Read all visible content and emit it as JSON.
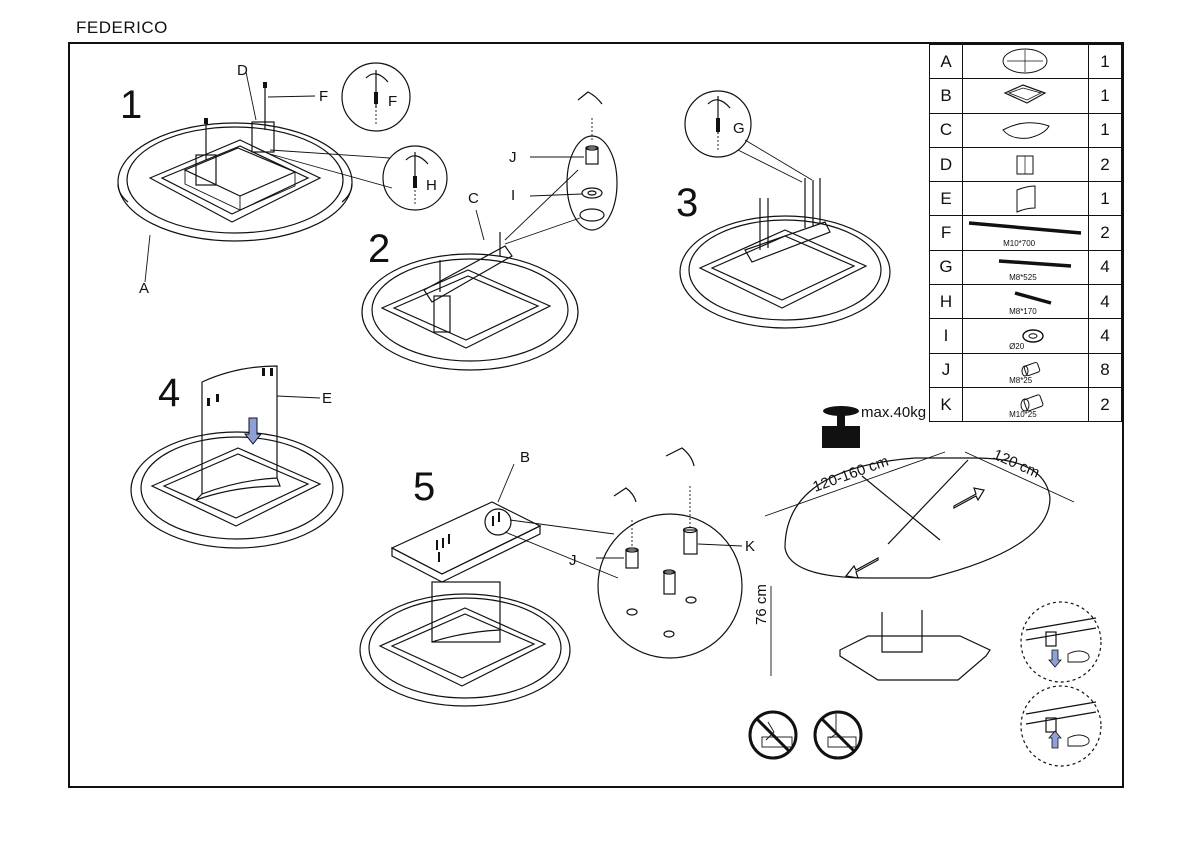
{
  "header": {
    "title": "FEDERICO"
  },
  "steps": [
    {
      "number": "1",
      "callouts": [
        "A",
        "D",
        "F",
        "F",
        "H"
      ]
    },
    {
      "number": "2",
      "callouts": [
        "C",
        "J",
        "I"
      ]
    },
    {
      "number": "3",
      "callouts": [
        "G"
      ]
    },
    {
      "number": "4",
      "callouts": [
        "E"
      ]
    },
    {
      "number": "5",
      "callouts": [
        "B",
        "J",
        "K"
      ]
    }
  ],
  "parts": [
    {
      "letter": "A",
      "note": "",
      "qty": "1",
      "icon": "round-tabletop-icon"
    },
    {
      "letter": "B",
      "note": "",
      "qty": "1",
      "icon": "base-plate-icon"
    },
    {
      "letter": "C",
      "note": "",
      "qty": "1",
      "icon": "mounting-plate-icon"
    },
    {
      "letter": "D",
      "note": "",
      "qty": "2",
      "icon": "bracket-icon"
    },
    {
      "letter": "E",
      "note": "",
      "qty": "1",
      "icon": "leg-panel-icon"
    },
    {
      "letter": "F",
      "note": "M10*700",
      "qty": "2",
      "icon": "long-bolt-icon"
    },
    {
      "letter": "G",
      "note": "M8*525",
      "qty": "4",
      "icon": "medium-bolt-icon"
    },
    {
      "letter": "H",
      "note": "M8*170",
      "qty": "4",
      "icon": "short-bolt-icon"
    },
    {
      "letter": "I",
      "note": "Ø20",
      "qty": "4",
      "icon": "washer-icon"
    },
    {
      "letter": "J",
      "note": "M8*25",
      "qty": "8",
      "icon": "sleeve-nut-icon"
    },
    {
      "letter": "K",
      "note": "M10*25",
      "qty": "2",
      "icon": "sleeve-nut-large-icon"
    }
  ],
  "specs": {
    "max_load": "max.40kg",
    "length": "120-160 cm",
    "width": "120 cm",
    "height": "76 cm"
  }
}
